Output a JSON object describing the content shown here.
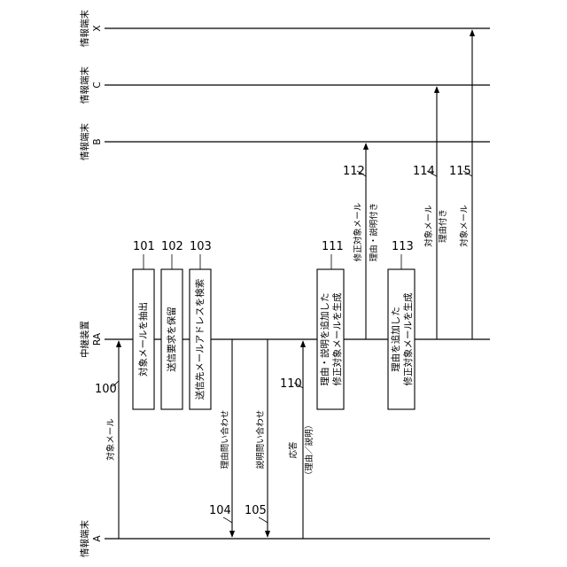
{
  "terminals": {
    "x": {
      "label": "情報端末",
      "id": "X"
    },
    "c": {
      "label": "情報端末",
      "id": "C"
    },
    "b": {
      "label": "情報端末",
      "id": "B"
    },
    "ra": {
      "label": "中継装置",
      "id": "RA"
    },
    "a": {
      "label": "情報端末",
      "id": "A"
    }
  },
  "steps": {
    "s101": {
      "num": "101",
      "text": "対象メールを抽出"
    },
    "s102": {
      "num": "102",
      "text": "送信要求を保留"
    },
    "s103": {
      "num": "103",
      "text": "送信先メールアドレスを検索"
    },
    "s111": {
      "num": "111",
      "line1": "理由・説明を追加した",
      "line2": "修正対象メールを生成"
    },
    "s113": {
      "num": "113",
      "line1": "理由を追加した",
      "line2": "修正対象メールを生成"
    }
  },
  "messages": {
    "m100": {
      "num": "100",
      "text": "対象メール"
    },
    "m104": {
      "num": "104",
      "text": "理由問い合わせ"
    },
    "m105": {
      "num": "105",
      "text": "説明問い合わせ"
    },
    "m110": {
      "num": "110",
      "line1": "応答",
      "line2": "（理由／説明）"
    },
    "m112": {
      "num": "112",
      "line1": "修正対象メール",
      "line2": "理由・説明付き"
    },
    "m114": {
      "num": "114",
      "line1": "対象メール",
      "line2": "理由付き"
    },
    "m115": {
      "num": "115",
      "text": "対象メール"
    }
  }
}
